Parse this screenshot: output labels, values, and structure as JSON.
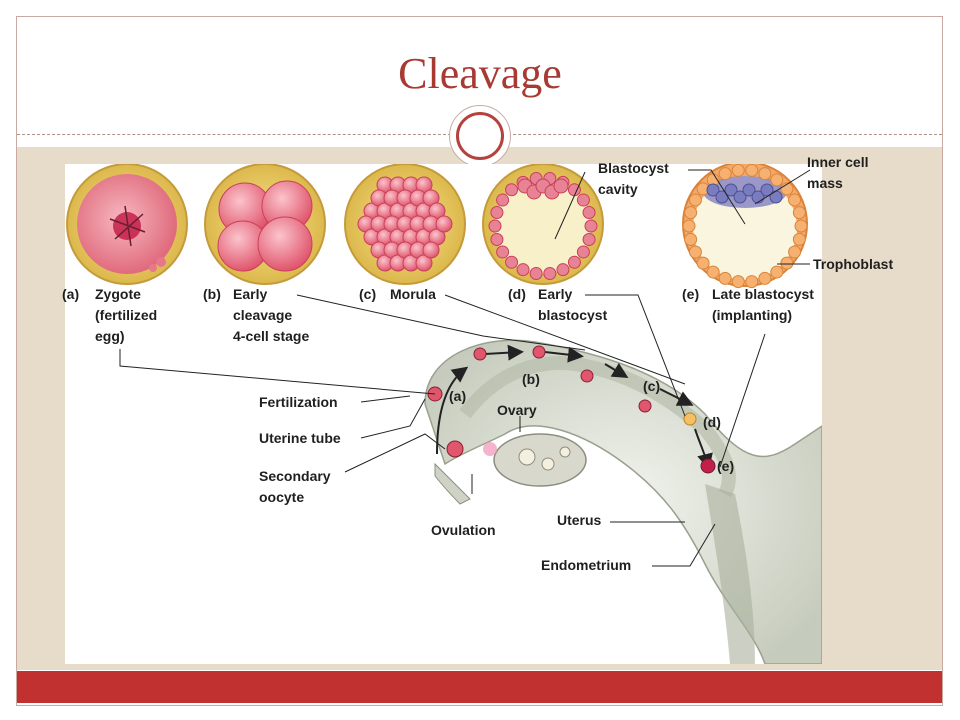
{
  "slide": {
    "title": "Cleavage",
    "colors": {
      "title": "#a83a34",
      "accent_bar": "#c0312f",
      "panel": "#e6dcc9"
    }
  },
  "figure": {
    "stages": [
      {
        "letter": "(a)",
        "name": "Zygote\n(fertilized\negg)"
      },
      {
        "letter": "(b)",
        "name": "Early\ncleavage\n4-cell stage"
      },
      {
        "letter": "(c)",
        "name": "Morula"
      },
      {
        "letter": "(d)",
        "name": "Early\nblastocyst"
      },
      {
        "letter": "(e)",
        "name": "Late blastocyst\n(implanting)"
      }
    ],
    "structure_labels": {
      "blastocyst_cavity": "Blastocyst\ncavity",
      "inner_cell_mass": "Inner cell\nmass",
      "trophoblast": "Trophoblast"
    },
    "anatomy_labels": {
      "fertilization": "Fertilization",
      "uterine_tube": "Uterine tube",
      "secondary_oocyte": "Secondary\noocyte",
      "ovulation": "Ovulation",
      "ovary": "Ovary",
      "uterus": "Uterus",
      "endometrium": "Endometrium"
    },
    "path_markers": [
      "(a)",
      "(b)",
      "(c)",
      "(d)",
      "(e)"
    ]
  }
}
